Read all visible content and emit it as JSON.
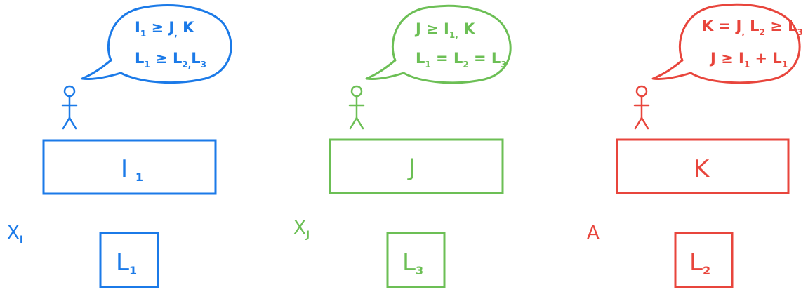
{
  "agents": [
    {
      "color": "#1b7ae8",
      "thought": [
        {
          "parts": [
            [
              "I",
              ""
            ],
            [
              "1",
              "s"
            ],
            [
              " ≥ J",
              ""
            ],
            [
              ",",
              "s"
            ],
            [
              " K",
              ""
            ]
          ]
        },
        {
          "parts": [
            [
              "L",
              ""
            ],
            [
              "1",
              "s"
            ],
            [
              " ≥ L",
              ""
            ],
            [
              "2",
              "s"
            ],
            [
              ",",
              "s"
            ],
            [
              "L",
              ""
            ],
            [
              "3",
              "s"
            ]
          ]
        }
      ],
      "box_main": "I",
      "box_main_sub": "1",
      "box_small": "L",
      "box_small_sub": "1",
      "side_label": "X",
      "side_label_sub": "I"
    },
    {
      "color": "#6cbf55",
      "thought": [
        {
          "parts": [
            [
              "J ≥ I",
              ""
            ],
            [
              "1",
              "s"
            ],
            [
              ",",
              "s"
            ],
            [
              " K",
              ""
            ]
          ]
        },
        {
          "parts": [
            [
              "L",
              ""
            ],
            [
              "1",
              "s"
            ],
            [
              " = L",
              ""
            ],
            [
              "2",
              "s"
            ],
            [
              " = L",
              ""
            ],
            [
              "3",
              "s"
            ]
          ]
        }
      ],
      "box_main": "J",
      "box_main_sub": "",
      "box_small": "L",
      "box_small_sub": "3",
      "side_label": "X",
      "side_label_sub": "J"
    },
    {
      "color": "#e8453c",
      "thought": [
        {
          "parts": [
            [
              "K = J",
              ""
            ],
            [
              ",",
              "s"
            ],
            [
              " L",
              ""
            ],
            [
              "2",
              "s"
            ],
            [
              " ≥ L",
              ""
            ],
            [
              "3",
              "s"
            ]
          ]
        },
        {
          "parts": [
            [
              "J ≥ I",
              ""
            ],
            [
              "1",
              "s"
            ],
            [
              " + L",
              ""
            ],
            [
              "1",
              "s"
            ]
          ]
        }
      ],
      "box_main": "K",
      "box_main_sub": "",
      "box_small": "L",
      "box_small_sub": "2",
      "side_label": "A",
      "side_label_sub": ""
    }
  ]
}
